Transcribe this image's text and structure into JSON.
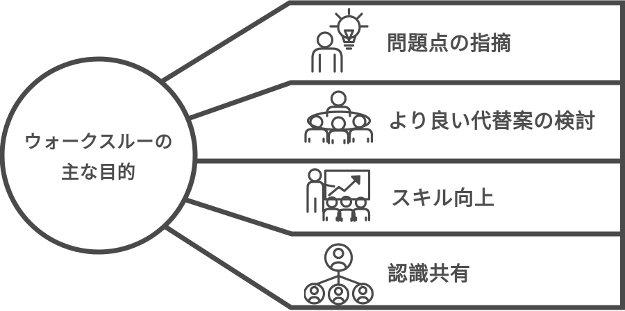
{
  "diagram": {
    "title": {
      "line1": "ウォークスルーの",
      "line2": "主な目的"
    },
    "items": [
      {
        "label": "問題点の指摘",
        "icon": "person-lightbulb-icon"
      },
      {
        "label": "より良い代替案の検討",
        "icon": "meeting-table-icon"
      },
      {
        "label": "スキル向上",
        "icon": "presentation-chart-icon"
      },
      {
        "label": "認識共有",
        "icon": "org-chart-share-icon"
      }
    ],
    "colors": {
      "stroke": "#4a4a4a",
      "text": "#4d4d4d",
      "background": "#ffffff"
    }
  }
}
